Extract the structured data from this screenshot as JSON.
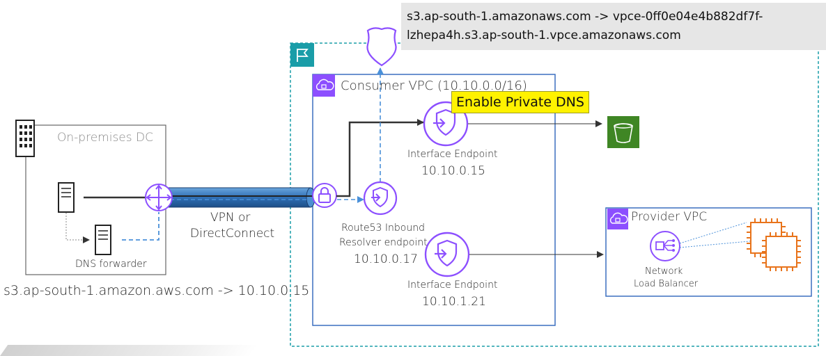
{
  "dns_mapping_banner": {
    "line1": "s3.ap-south-1.amazonaws.com  -> vpce-0ff0e04e4b882df7f-",
    "line2": "lzhepa4h.s3.ap-south-1.vpce.amazonaws.com"
  },
  "enable_private_dns": "Enable Private DNS",
  "consumer_vpc": {
    "label": "Consumer VPC (10.10.0.0/16)"
  },
  "provider_vpc": {
    "label": "Provider VPC"
  },
  "on_premises": {
    "label": "On-premises DC",
    "dns_forwarder": "DNS forwarder"
  },
  "connection": {
    "line1": "VPN or",
    "line2": "DirectConnect"
  },
  "resolver": {
    "line1": "Route53 Inbound",
    "line2": "Resolver endpoint",
    "ip": "10.10.0.17"
  },
  "endpoint_s3": {
    "label": "Interface Endpoint",
    "ip": "10.10.0.15"
  },
  "endpoint_nlb": {
    "label": "Interface Endpoint",
    "ip": "10.10.1.21"
  },
  "nlb": {
    "line1": "Network",
    "line2": "Load Balancer"
  },
  "onprem_dns_record": "s3.ap-south-1.amazon.aws.com -> 10.10.0.15",
  "colors": {
    "aws_purple": "#7b3fe4",
    "vpc_purple": "#8c4fff",
    "border_blue": "#3b6fbf",
    "region_teal": "#1a9da8",
    "dns_blue": "#4a90d9",
    "s3_green": "#3f8624",
    "ec2_orange": "#e8731a",
    "vpn_blue": "#3b82c4",
    "highlight_yellow": "#fff200"
  },
  "icons": [
    "building-icon",
    "server-icon",
    "router-icon",
    "lock-icon",
    "endpoint-shield-icon",
    "s3-bucket-icon",
    "cloud-lock-icon",
    "region-flag-icon",
    "route53-shield-icon",
    "nlb-icon",
    "ec2-chip-icon"
  ]
}
